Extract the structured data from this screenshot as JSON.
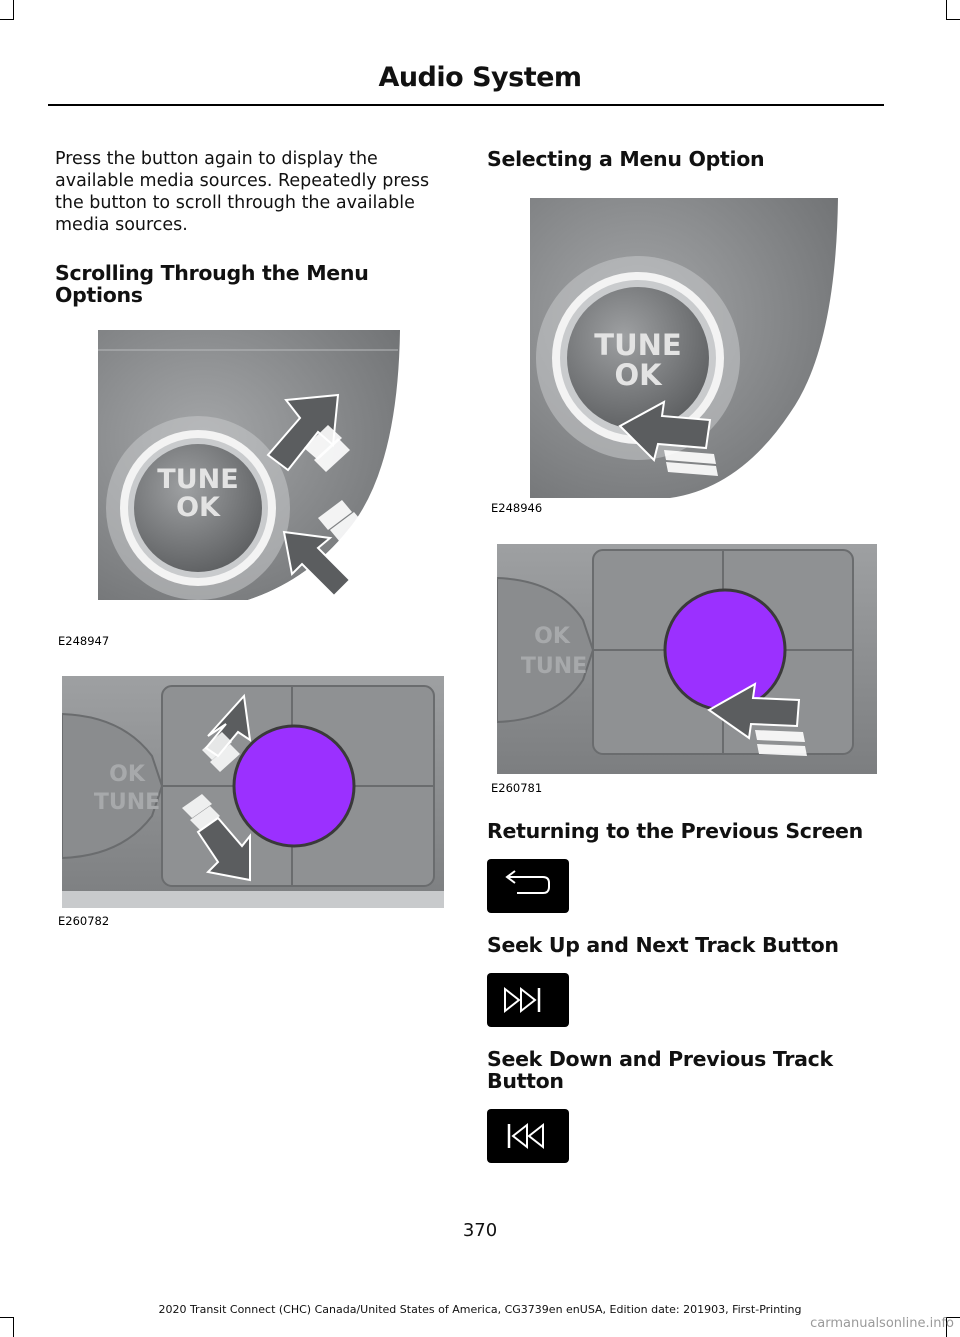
{
  "header": {
    "title": "Audio System"
  },
  "left": {
    "paragraph": "Press the button again to display the available media sources.  Repeatedly press the button to scroll through the available media sources.",
    "subheading": "Scrolling Through the Menu Options",
    "fig1": {
      "code": "E248947",
      "dial_line1": "TUNE",
      "dial_line2": "OK"
    },
    "fig2": {
      "code": "E260782",
      "panel_line1": "OK",
      "panel_line2": "TUNE"
    }
  },
  "right": {
    "heading_select": "Selecting a Menu Option",
    "fig3": {
      "code": "E248946",
      "dial_line1": "TUNE",
      "dial_line2": "OK"
    },
    "fig4": {
      "code": "E260781",
      "panel_line1": "OK",
      "panel_line2": "TUNE"
    },
    "heading_return": "Returning to the Previous Screen",
    "heading_seek_up": "Seek Up and Next Track Button",
    "heading_seek_down": "Seek Down and Previous Track Button",
    "icons": {
      "back": "return-arrow-icon",
      "next": "next-track-icon",
      "prev": "previous-track-icon"
    }
  },
  "colors": {
    "button_highlight": "#9b30ff",
    "panel_gray": "#8e9092",
    "icon_bg": "#000000"
  },
  "page_number": "370",
  "footer": "2020 Transit Connect (CHC) Canada/United States of America, CG3739en enUSA, Edition date: 201903, First-Printing",
  "watermark": "carmanualsonline.info"
}
